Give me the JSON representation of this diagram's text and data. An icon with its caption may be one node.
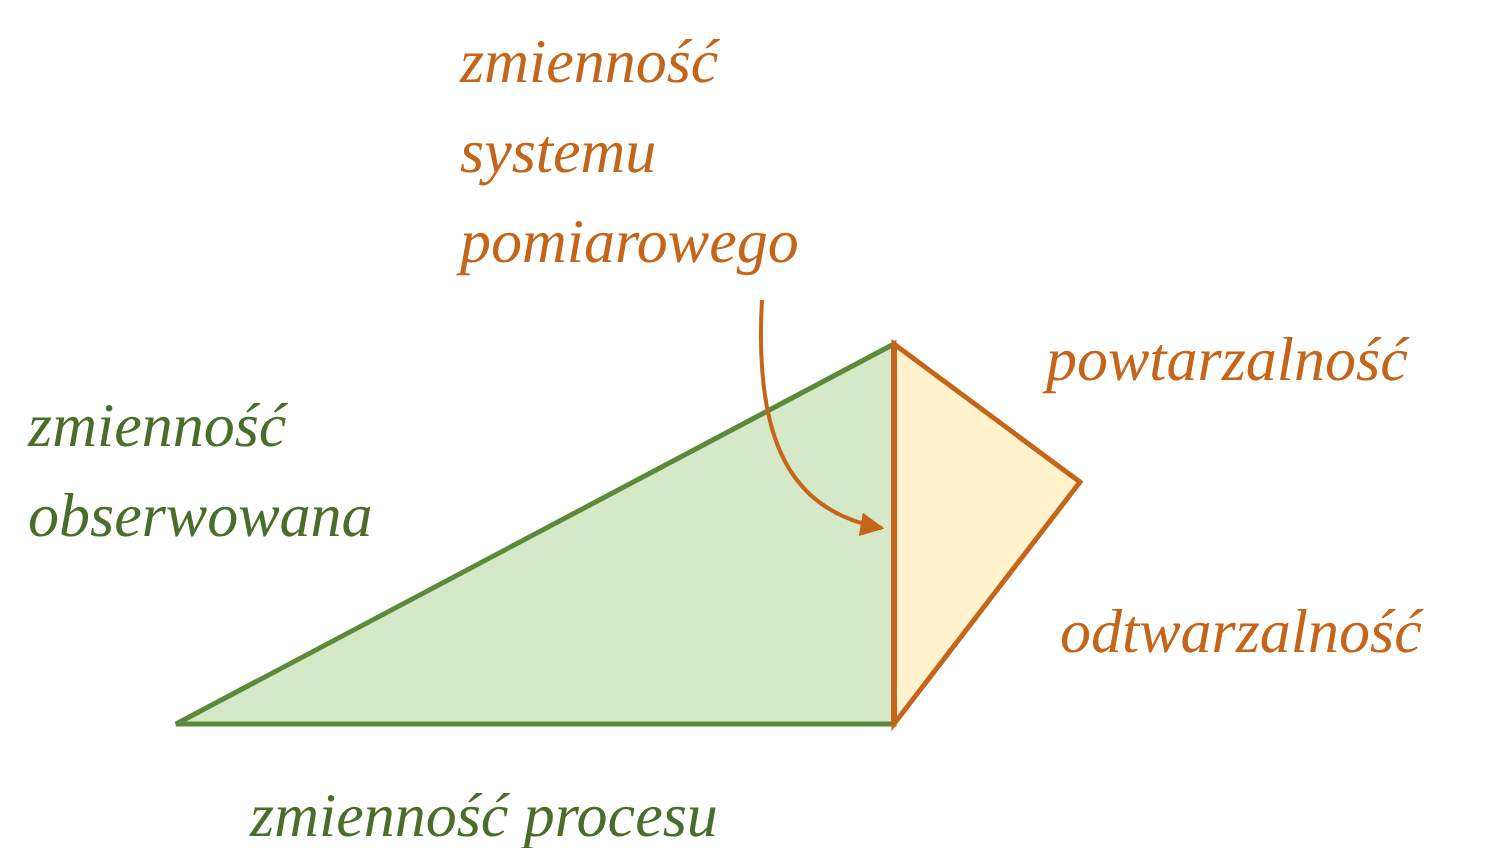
{
  "diagram": {
    "nodes": [
      {
        "text": [
          "zmienność systemu pomiarowego"
        ]
      },
      {
        "text": [],
        "shape": "line"
      }
    ],
    "edges": [
      {
        "from": 0,
        "to": 1,
        "arrow": "to"
      }
    ],
    "labels": [
      "powtarzalność",
      "zmienność obserwowana",
      "odtwarzalność",
      "zmienność procesu"
    ]
  }
}
